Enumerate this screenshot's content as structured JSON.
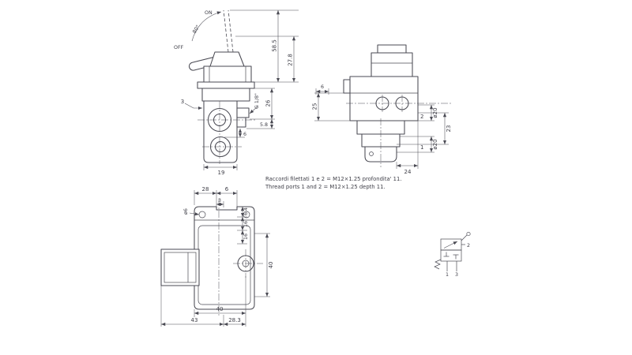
{
  "side_view": {
    "label_on": "ON",
    "label_off": "OFF",
    "angle": "80°",
    "dim_total_height": "58.5",
    "dim_upper_height": "27.8",
    "dim_mid_height": "26",
    "dim_step": "5.8",
    "thread_label": "G 1/8\"",
    "dim_plate": "3",
    "dim_port_gap": "6",
    "dim_width": "19"
  },
  "rear_view": {
    "dim_tab": "6",
    "dim_height": "25",
    "port_2": "2",
    "port_1": "1",
    "dia_port_2": "ø20",
    "dia_port_1": "ø20",
    "dim_port_spacing": "23",
    "dim_width": "24"
  },
  "plan_view": {
    "dim_28": "28",
    "dim_6": "6",
    "dim_3": "3",
    "dim_6_4": "6.4",
    "dim_16_a": "16",
    "dim_16_b": "16",
    "dia_hole": "ø6",
    "dim_40_side": "40",
    "dim_40_bottom": "40",
    "dim_43": "43",
    "dim_28_3": "28.3"
  },
  "symbol": {
    "port_2": "2",
    "port_1": "1",
    "port_3": "3"
  },
  "notes": {
    "line1": "Raccordi filettati 1 e 2 = M12×1.25 profondita' 11.",
    "line2": "Thread ports 1 and 2 = M12×1.25 depth 11."
  }
}
